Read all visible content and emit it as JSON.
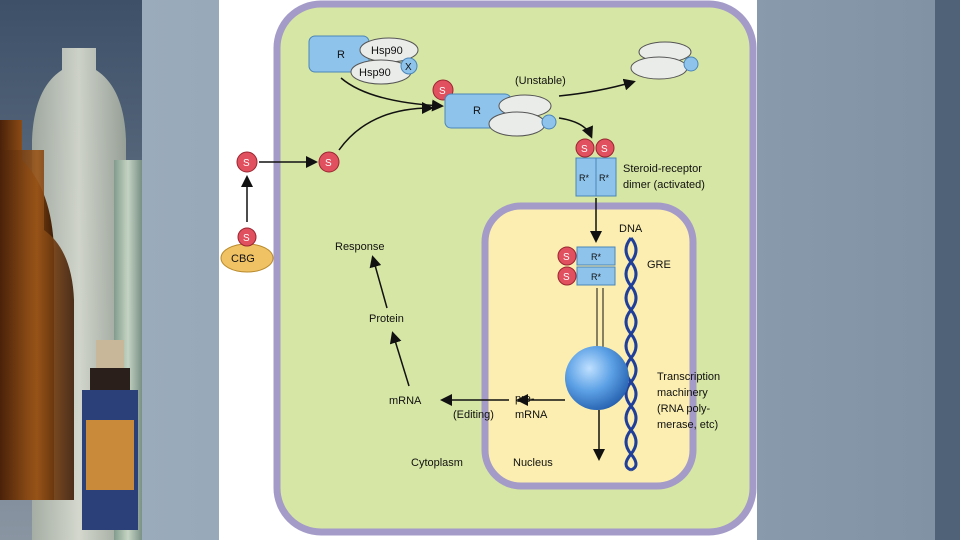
{
  "diagram": {
    "receptor_label": "R",
    "hsp90_top": "Hsp90",
    "hsp90_bottom": "Hsp90",
    "x_label": "X",
    "unstable_label": "(Unstable)",
    "steroid_label": "S",
    "cbg_label": "CBG",
    "activated_receptor": "R*",
    "dimer_line1": "Steroid-receptor",
    "dimer_line2": "dimer (activated)",
    "dna_label": "DNA",
    "gre_label": "GRE",
    "tm_line1": "Transcription",
    "tm_line2": "machinery",
    "tm_line3": "(RNA poly-",
    "tm_line4": "merase, etc)",
    "response_label": "Response",
    "protein_label": "Protein",
    "mrna_label": "mRNA",
    "premrna_line1": "pre-",
    "premrna_line2": "mRNA",
    "editing_label": "(Editing)",
    "cytoplasm_label": "Cytoplasm",
    "nucleus_label": "Nucleus"
  },
  "colors": {
    "cell_fill": "#d6e6a4",
    "membrane": "#a49bc8",
    "nucleus_fill": "#fbeeb0",
    "receptor_fill": "#8ec3ec",
    "steroid_fill": "#e0505e",
    "cbg_fill": "#f0c264",
    "dna_blue": "#1f3f9a"
  }
}
